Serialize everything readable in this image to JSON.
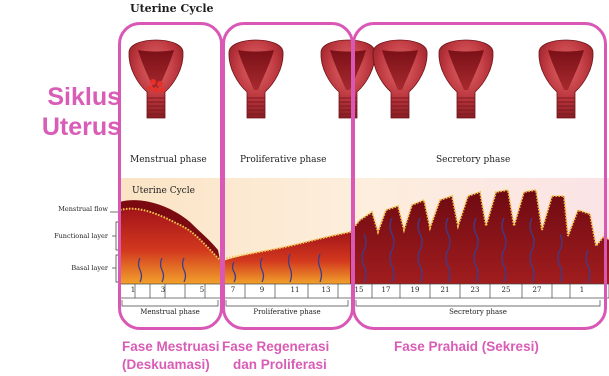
{
  "header": {
    "title": "Uterine Cycle"
  },
  "side_title": {
    "line1": "Siklus",
    "line2": "Uterus"
  },
  "top_phases": {
    "menstrual": "Menstrual phase",
    "proliferative": "Proliferative phase",
    "secretory": "Secretory phase"
  },
  "chart": {
    "subtitle": "Uterine Cycle",
    "layers": {
      "flow": "Menstrual flow",
      "functional": "Functional layer",
      "basal": "Basal layer"
    },
    "days": [
      "1",
      "3",
      "5",
      "7",
      "9",
      "11",
      "13",
      "15",
      "17",
      "19",
      "21",
      "23",
      "25",
      "27",
      "1"
    ],
    "bottom_phases": {
      "menstrual": "Menstrual phase",
      "proliferative": "Proliferative phase",
      "secretory": "Secretory phase"
    }
  },
  "captions": {
    "menstruasi_line1": "Fase Mestruasi",
    "menstruasi_line2": "(Deskuamasi)",
    "regenerasi_line1": "Fase Regenerasi",
    "regenerasi_line2": "dan Proliferasi",
    "prahaid": "Fase Prahaid (Sekresi)"
  },
  "colors": {
    "accent_pink": "#d958b6",
    "uterus_red": "#b7333c",
    "endometrium_dark": "#7a0f12",
    "endometrium_orange": "#e0601e",
    "gland_purple": "#3b3d8f"
  },
  "icons": [
    "uterus-icon"
  ]
}
